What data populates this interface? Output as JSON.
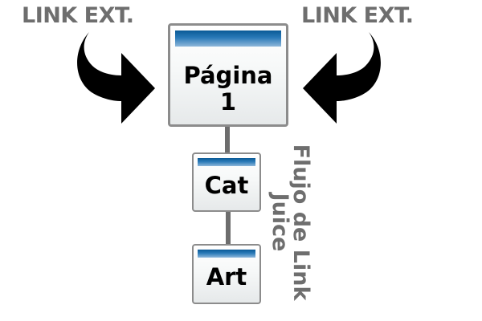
{
  "labels": {
    "external_link_left": "LINK EXT.",
    "external_link_right": "LINK EXT.",
    "flow_line1": "Flujo de Link",
    "flow_line2": "Juice"
  },
  "nodes": {
    "page": {
      "line1": "Página",
      "line2": "1"
    },
    "category": {
      "label": "Cat"
    },
    "article": {
      "label": "Art"
    }
  },
  "colors": {
    "label_gray": "#6e6e6e",
    "node_border": "#8c8c8c",
    "title_bar_dark": "#0a5a96",
    "title_bar_light": "#8db7da",
    "connector": "#6d6d6d",
    "arrow": "#000000"
  }
}
